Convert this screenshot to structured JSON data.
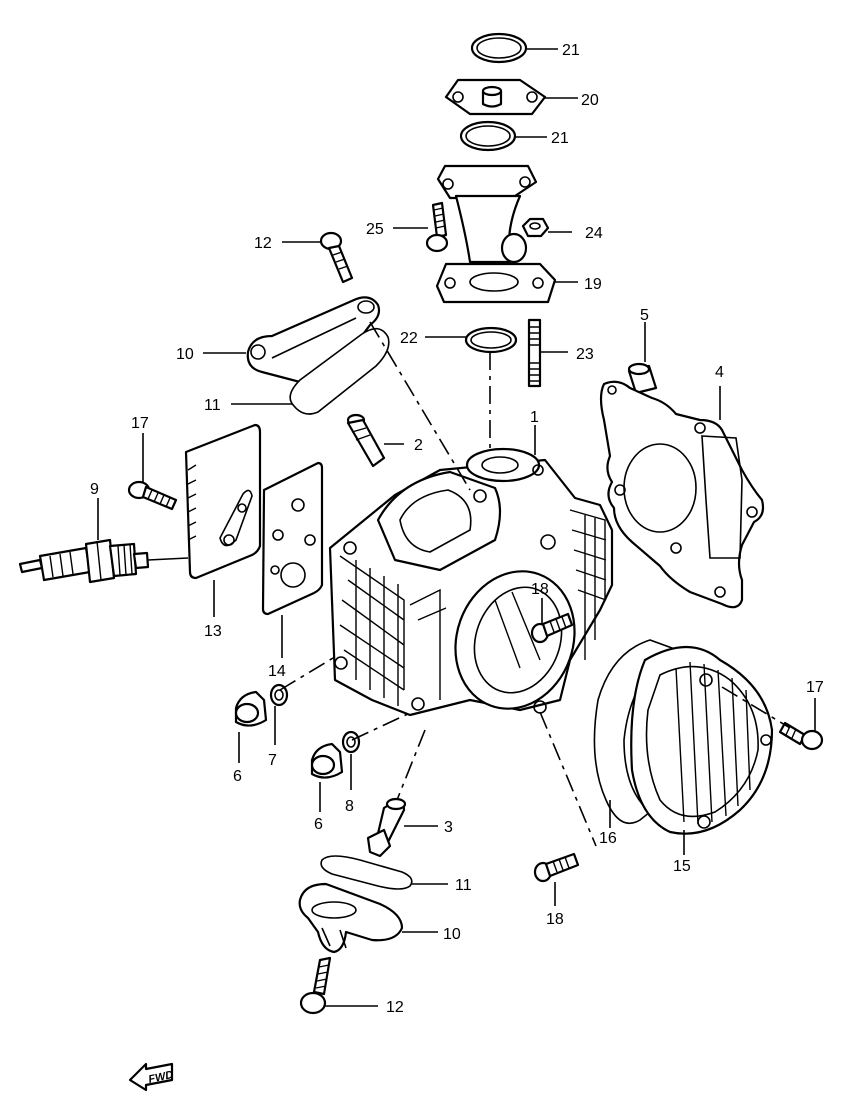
{
  "diagram": {
    "callouts": [
      {
        "id": "c21a",
        "text": "21"
      },
      {
        "id": "c20",
        "text": "20"
      },
      {
        "id": "c21b",
        "text": "21"
      },
      {
        "id": "c25",
        "text": "25"
      },
      {
        "id": "c24",
        "text": "24"
      },
      {
        "id": "c12a",
        "text": "12"
      },
      {
        "id": "c19",
        "text": "19"
      },
      {
        "id": "c22",
        "text": "22"
      },
      {
        "id": "c23",
        "text": "23"
      },
      {
        "id": "c5",
        "text": "5"
      },
      {
        "id": "c10a",
        "text": "10"
      },
      {
        "id": "c4",
        "text": "4"
      },
      {
        "id": "c11a",
        "text": "11"
      },
      {
        "id": "c1",
        "text": "1"
      },
      {
        "id": "c17a",
        "text": "17"
      },
      {
        "id": "c2",
        "text": "2"
      },
      {
        "id": "c9",
        "text": "9"
      },
      {
        "id": "c18a",
        "text": "18"
      },
      {
        "id": "c13",
        "text": "13"
      },
      {
        "id": "c14",
        "text": "14"
      },
      {
        "id": "c17b",
        "text": "17"
      },
      {
        "id": "c6a",
        "text": "6"
      },
      {
        "id": "c7",
        "text": "7"
      },
      {
        "id": "c8",
        "text": "8"
      },
      {
        "id": "c6b",
        "text": "6"
      },
      {
        "id": "c3",
        "text": "3"
      },
      {
        "id": "c16",
        "text": "16"
      },
      {
        "id": "c15",
        "text": "15"
      },
      {
        "id": "c11b",
        "text": "11"
      },
      {
        "id": "c18b",
        "text": "18"
      },
      {
        "id": "c10b",
        "text": "10"
      },
      {
        "id": "c12b",
        "text": "12"
      }
    ],
    "forward_marker": "FWD"
  }
}
